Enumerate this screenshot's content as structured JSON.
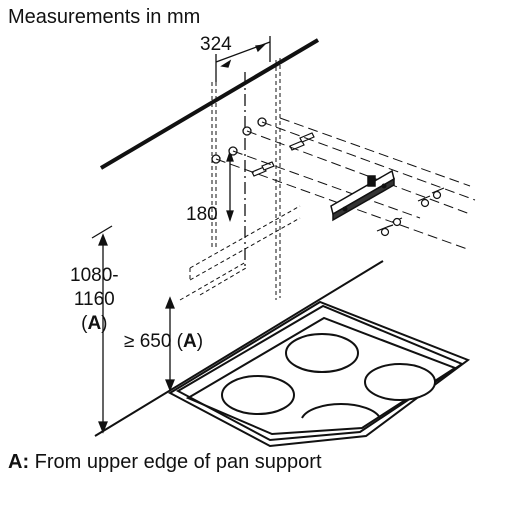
{
  "title": "Measurements in mm",
  "dimensions": {
    "width": "324",
    "bracket_drop": "180",
    "range_line1": "1080-",
    "range_line2": "1160",
    "range_ref": "A",
    "min_height_prefix": "≥ 650 (",
    "min_height_ref": "A",
    "min_height_suffix": ")"
  },
  "footnote": {
    "ref": "A:",
    "text": " From upper edge of pan support"
  }
}
